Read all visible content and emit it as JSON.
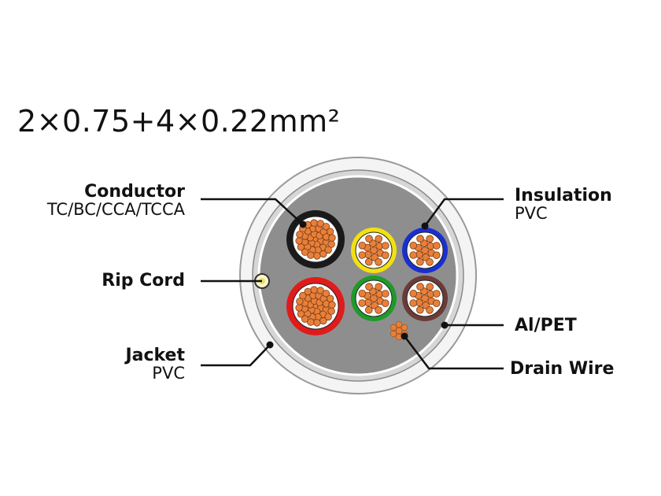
{
  "title": "2×0.75+4×0.22mm²",
  "labels": {
    "conductor": {
      "name": "Conductor",
      "detail": "TC/BC/CCA/TCCA"
    },
    "rip_cord": {
      "name": "Rip Cord"
    },
    "jacket": {
      "name": "Jacket",
      "detail": "PVC"
    },
    "insulation": {
      "name": "Insulation",
      "detail": "PVC"
    },
    "al_pet": {
      "name": "Al/PET"
    },
    "drain_wire": {
      "name": "Drain Wire"
    }
  },
  "colors": {
    "jacket_outer": "#f2f2f2",
    "shield": "#ffffff",
    "filler": "#8c8c8c",
    "copper": "#e8803a",
    "insulation_black": "#1a1a1a",
    "insulation_red": "#e01b1b",
    "insulation_yellow": "#f2e012",
    "insulation_blue": "#1a2fd0",
    "insulation_green": "#1f9a2a",
    "insulation_brown": "#6b3b36"
  }
}
